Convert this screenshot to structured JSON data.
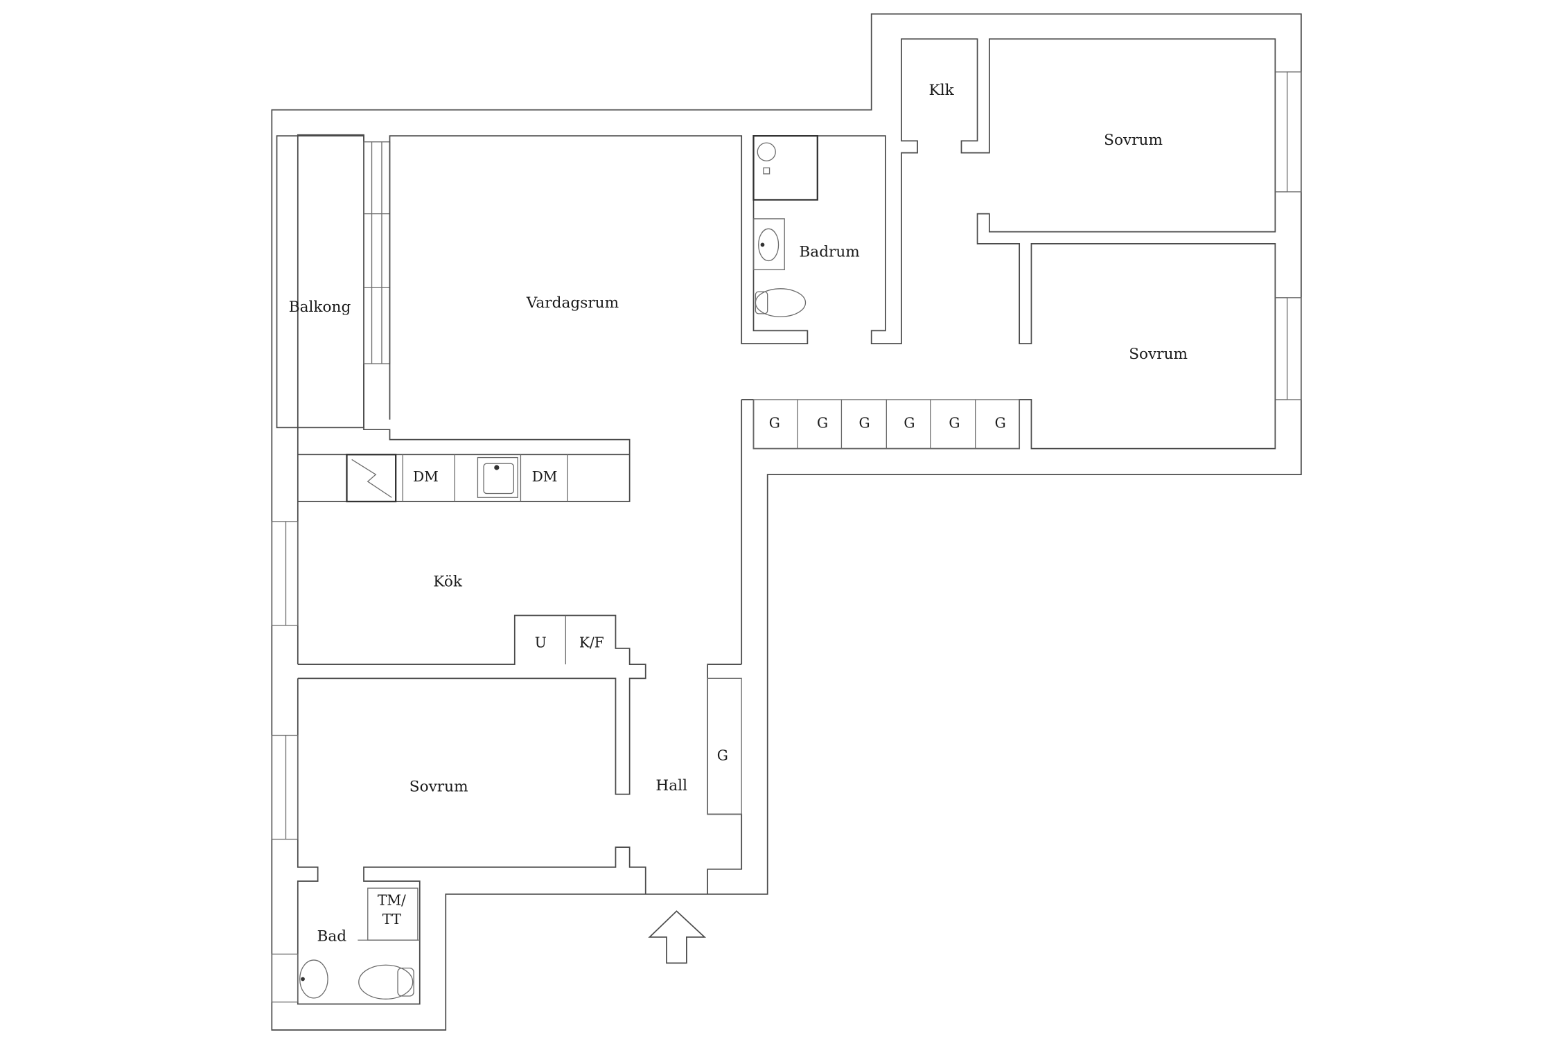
{
  "rooms": {
    "balkong": "Balkong",
    "vardagsrum": "Vardagsrum",
    "badrum": "Badrum",
    "klk": "Klk",
    "sovrum_1": "Sovrum",
    "sovrum_2": "Sovrum",
    "kok": "Kök",
    "sovrum_3": "Sovrum",
    "hall": "Hall",
    "bad": "Bad"
  },
  "fixtures": {
    "dm_1": "DM",
    "dm_2": "DM",
    "u": "U",
    "kf": "K/F",
    "tm_line1": "TM/",
    "tm_line2": "TT",
    "hall_wardrobe": "G",
    "wardrobes": [
      "G",
      "G",
      "G",
      "G",
      "G",
      "G"
    ]
  },
  "entrance": "entrance-arrow-icon"
}
